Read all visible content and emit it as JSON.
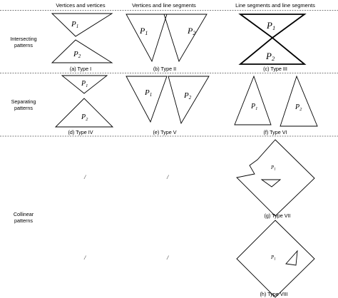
{
  "headers": {
    "col1": "Vertices and vertices",
    "col2": "Vertices and line segments",
    "col3": "Line segments and line segments"
  },
  "rows": {
    "intersecting": [
      "Intersecting",
      "patterns"
    ],
    "separating": [
      "Separating",
      "patterns"
    ],
    "collinear": [
      "Collinear",
      "patterns"
    ]
  },
  "polygon_labels": {
    "p": "P",
    "sub1": "1",
    "sub2": "2"
  },
  "empty_marker": "/",
  "captions": {
    "a": "(a) Type I",
    "b": "(b) Type II",
    "c": "(c) Type III",
    "d": "(d) Type IV",
    "e": "(e) Type V",
    "f": "(f) Type VI",
    "g": "(g) Type VII",
    "h": "(h) Type VIII"
  }
}
